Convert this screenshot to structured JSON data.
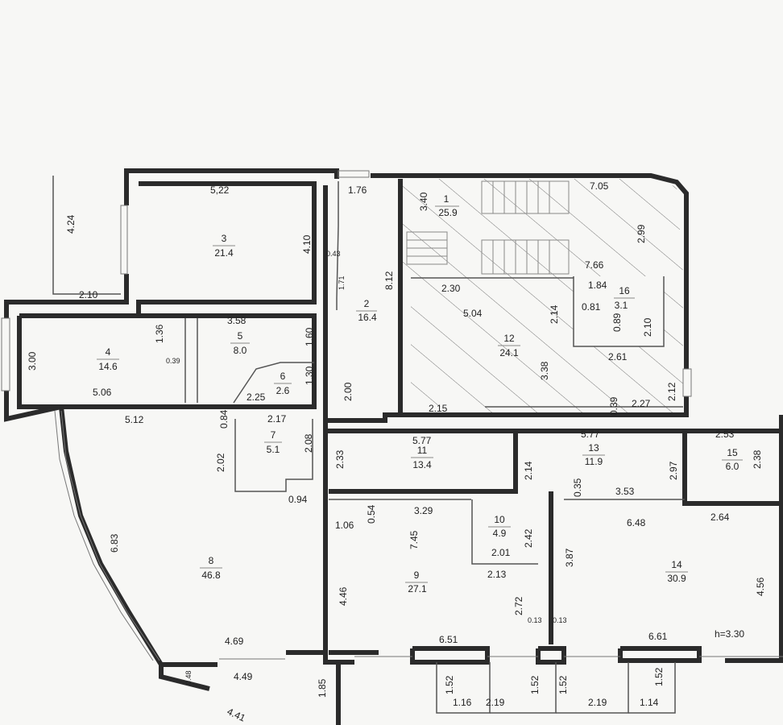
{
  "rooms": [
    {
      "id": "1",
      "number": "1",
      "area": "25.9"
    },
    {
      "id": "2",
      "number": "2",
      "area": "16.4"
    },
    {
      "id": "3",
      "number": "3",
      "area": "21.4"
    },
    {
      "id": "4",
      "number": "4",
      "area": "14.6"
    },
    {
      "id": "5",
      "number": "5",
      "area": "8.0"
    },
    {
      "id": "6",
      "number": "6",
      "area": "2.6"
    },
    {
      "id": "7",
      "number": "7",
      "area": "5.1"
    },
    {
      "id": "8",
      "number": "8",
      "area": "46.8"
    },
    {
      "id": "9",
      "number": "9",
      "area": "27.1"
    },
    {
      "id": "10",
      "number": "10",
      "area": "4.9"
    },
    {
      "id": "11",
      "number": "11",
      "area": "13.4"
    },
    {
      "id": "12",
      "number": "12",
      "area": "24.1"
    },
    {
      "id": "13",
      "number": "13",
      "area": "11.9"
    },
    {
      "id": "14",
      "number": "14",
      "area": "30.9"
    },
    {
      "id": "15",
      "number": "15",
      "area": "6.0"
    },
    {
      "id": "16",
      "number": "16",
      "area": "3.1"
    }
  ],
  "dimensions": {
    "d_5_22": "5,22",
    "d_4_24": "4.24",
    "d_2_10": "2.10",
    "d_4_10": "4.10",
    "d_1_76": "1.76",
    "d_3_40": "3.40",
    "d_7_05": "7.05",
    "d_2_99": "2.99",
    "d_0_43": "0.43",
    "d_1_71": "1.71",
    "d_8_12": "8.12",
    "d_7_66": "7.66",
    "d_2_30": "2.30",
    "d_1_84": "1.84",
    "d_0_81": "0.81",
    "d_0_89": "0.89",
    "d_2_10b": "2.10",
    "d_5_04": "5.04",
    "d_2_14": "2.14",
    "d_2_61": "2.61",
    "d_3_38": "3.38",
    "d_3_58": "3.58",
    "d_1_36": "1.36",
    "d_1_60": "1.60",
    "d_0_39": "0.39",
    "d_3_00": "3.00",
    "d_1_30": "1.30",
    "d_2_00": "2.00",
    "d_5_06": "5.06",
    "d_2_25": "2.25",
    "d_2_12": "2.12",
    "d_0_39b": "0.39",
    "d_2_27": "2.27",
    "d_2_15": "2.15",
    "d_5_12": "5.12",
    "d_0_84": "0.84",
    "d_2_17": "2.17",
    "d_2_08": "2.08",
    "d_2_02": "2.02",
    "d_0_94": "0.94",
    "d_5_77a": "5.77",
    "d_5_77b": "5.77",
    "d_2_53": "2.53",
    "d_2_33": "2.33",
    "d_2_14b": "2.14",
    "d_2_97": "2.97",
    "d_2_38": "2.38",
    "d_0_35": "0.35",
    "d_3_53": "3.53",
    "d_0_54": "0.54",
    "d_3_29": "3.29",
    "d_1_06": "1.06",
    "d_2_64": "2.64",
    "d_6_48": "6.48",
    "d_7_45": "7.45",
    "d_2_42": "2.42",
    "d_2_01": "2.01",
    "d_2_13": "2.13",
    "d_3_87": "3.87",
    "d_6_83": "6.83",
    "d_4_46": "4.46",
    "d_2_72": "2.72",
    "d_0_13a": "0.13",
    "d_0_13b": "0.13",
    "d_4_56": "4.56",
    "d_4_69": "4.69",
    "d_6_51": "6.51",
    "d_6_61": "6.61",
    "d_h": "h=3.30",
    "d_0_48": "0.48",
    "d_4_49": "4.49",
    "d_1_85": "1.85",
    "d_4_41": "4.41",
    "d_1_52a": "1.52",
    "d_1_52b": "1.52",
    "d_1_52c": "1.52",
    "d_1_52d": "1.52",
    "d_1_16": "1.16",
    "d_2_19a": "2.19",
    "d_2_19b": "2.19",
    "d_1_14": "1.14"
  }
}
